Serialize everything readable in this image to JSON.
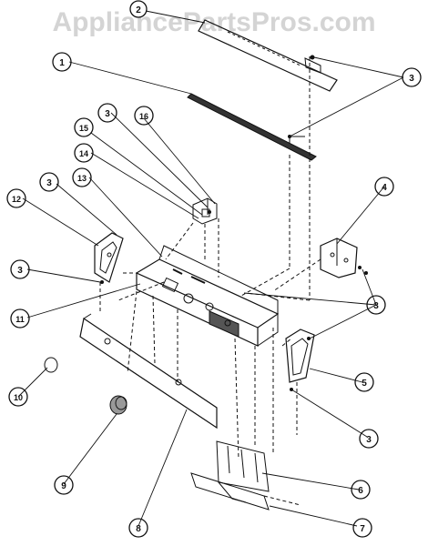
{
  "watermark": "AppliancePartsPros.com",
  "callouts": [
    "1",
    "2",
    "3",
    "3",
    "3",
    "3",
    "3",
    "3",
    "3",
    "3",
    "4",
    "5",
    "6",
    "7",
    "8",
    "9",
    "10",
    "11",
    "12",
    "13",
    "14",
    "15",
    "16"
  ],
  "colors": {
    "line": "#111111",
    "watermark": "#d4d4d4",
    "background": "#ffffff"
  }
}
